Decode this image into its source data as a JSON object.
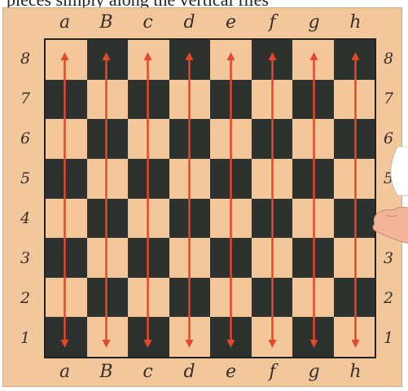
{
  "caption": "pieces simply along the vertical files",
  "board": {
    "files": [
      "a",
      "B",
      "c",
      "d",
      "e",
      "f",
      "g",
      "h"
    ],
    "ranks": [
      "8",
      "7",
      "6",
      "5",
      "4",
      "3",
      "2",
      "1"
    ],
    "arrow_files": [
      "a",
      "B",
      "c",
      "d",
      "e",
      "f",
      "g",
      "h"
    ],
    "arrow_direction": "vertical double-headed",
    "colors": {
      "light_square": "#f3c79a",
      "dark_square": "#2e322e",
      "frame": "#f2c79b",
      "arrow": "#e4472a"
    }
  }
}
